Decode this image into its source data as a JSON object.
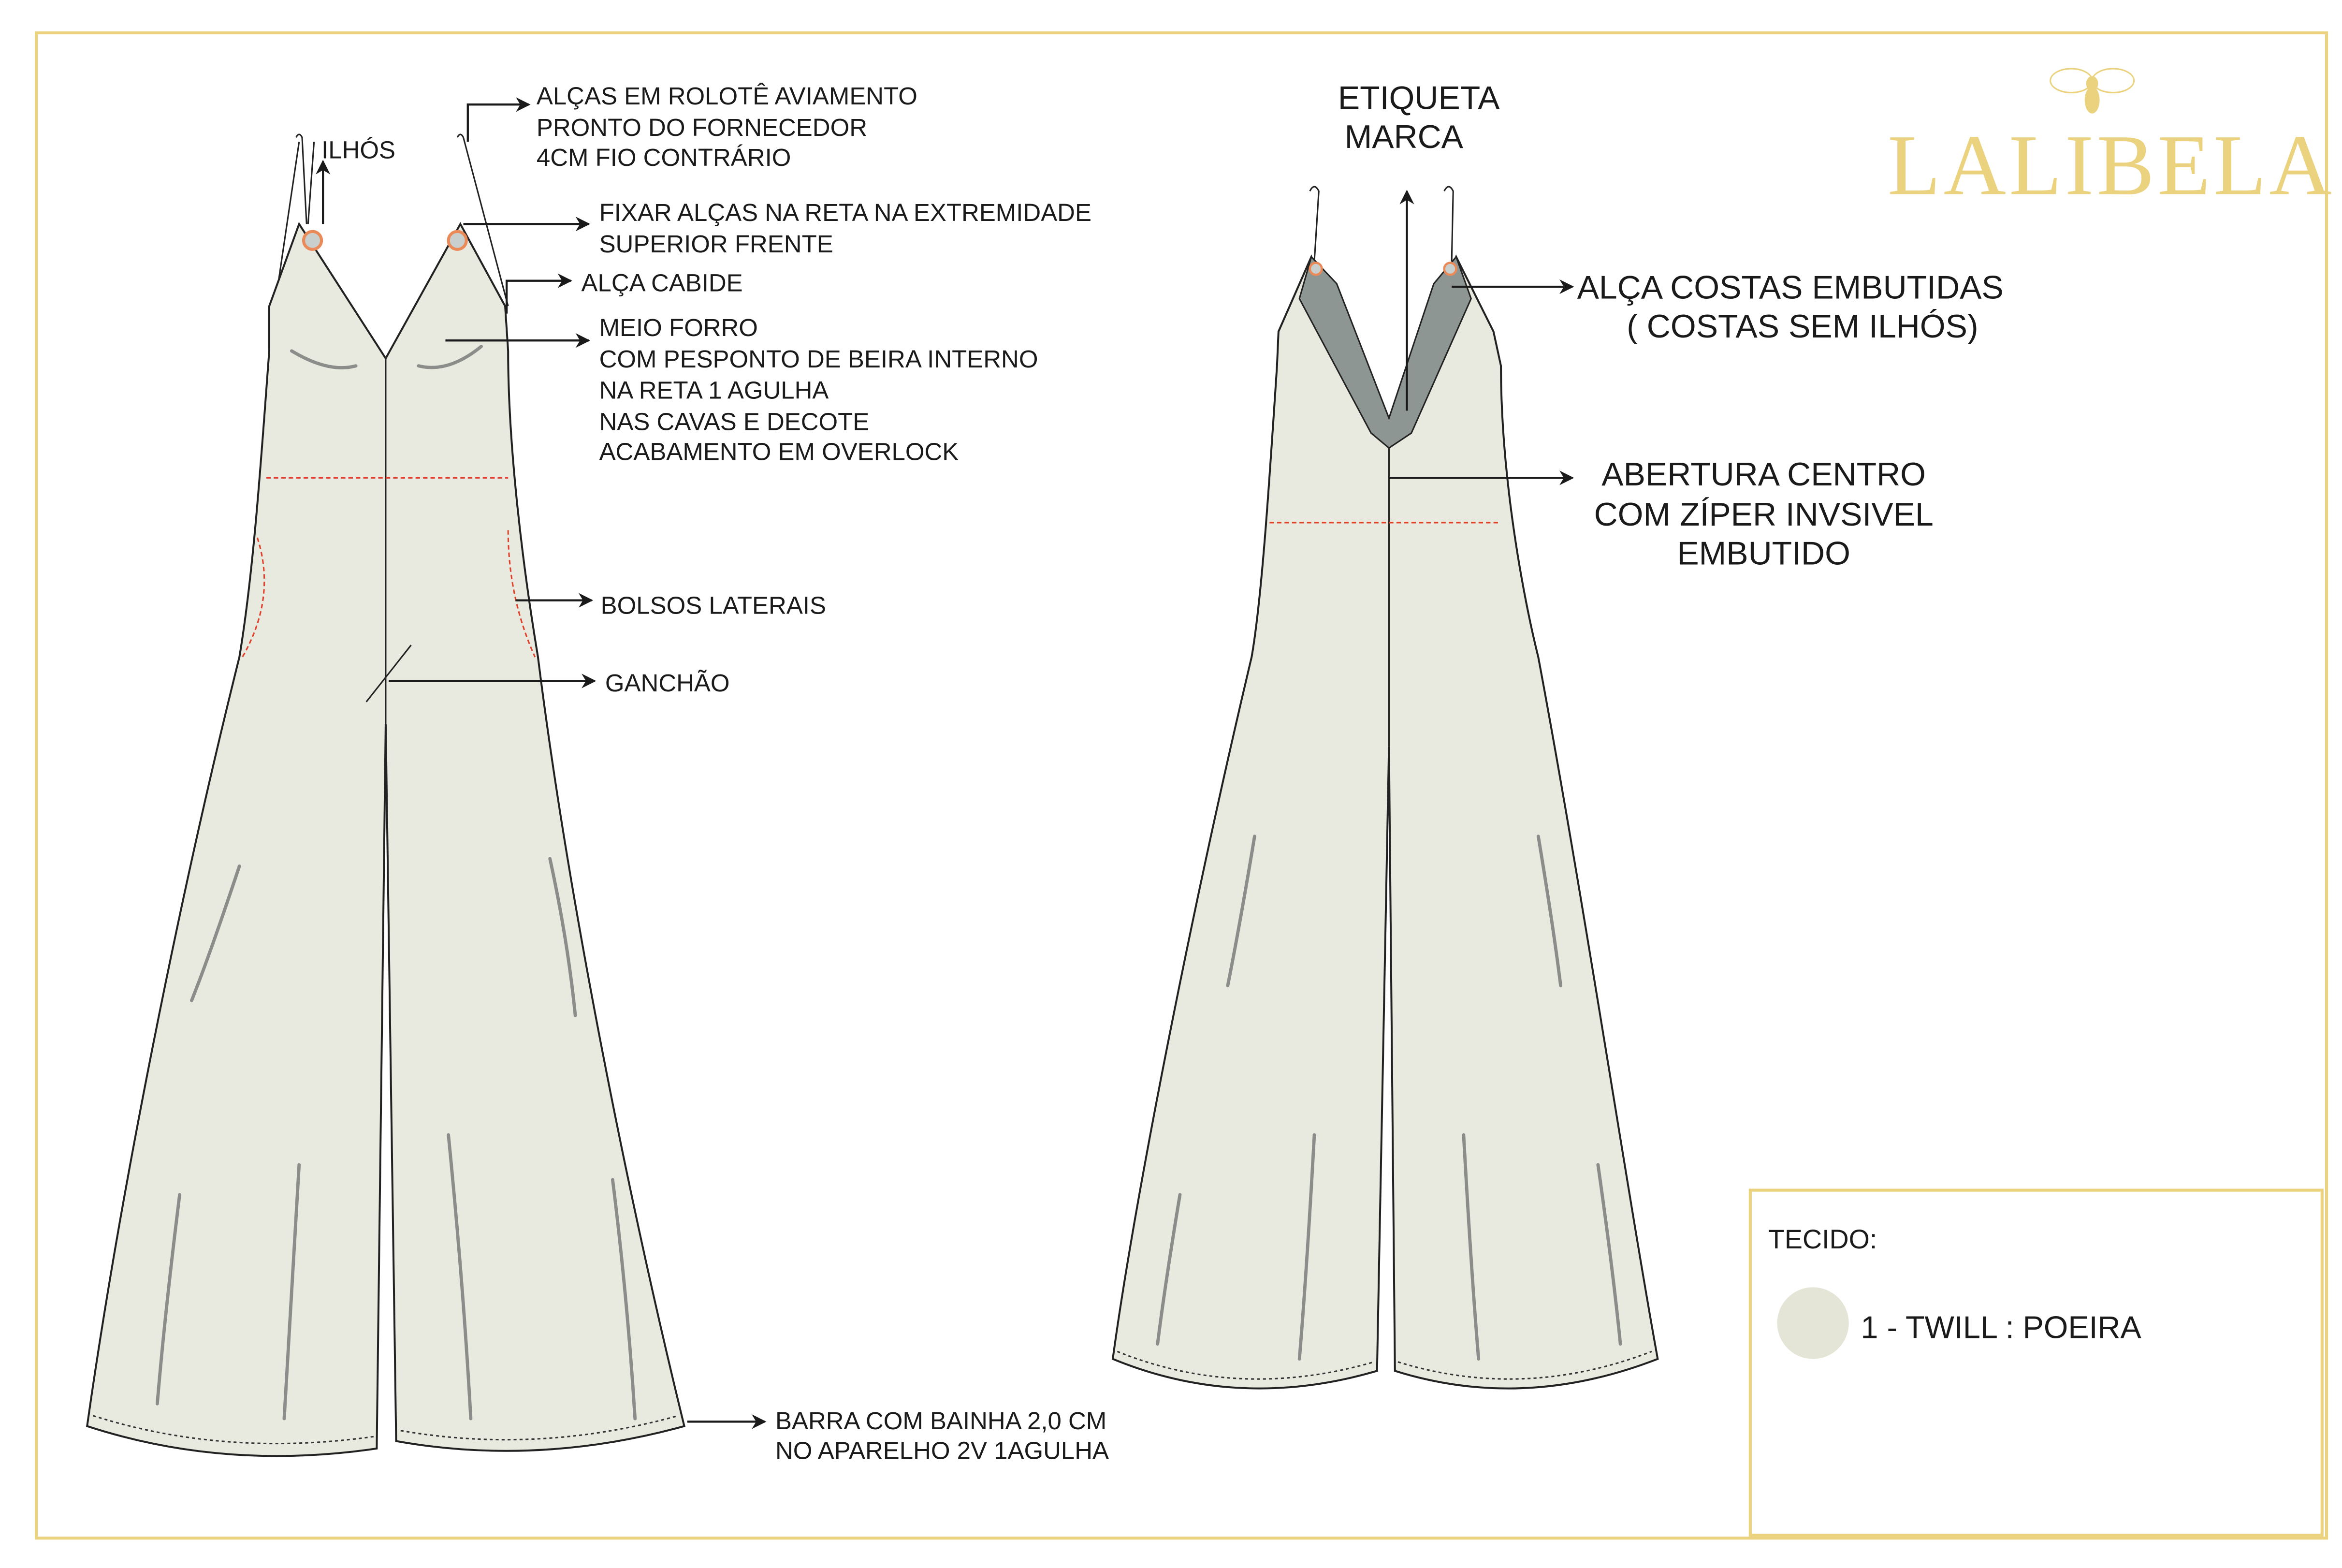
{
  "brand": {
    "name": "LALIBELA",
    "emblem": "bee-icon",
    "color": "#ebd27e"
  },
  "front_annotations": {
    "ilhos": "ILHÓS",
    "alcas_rolote": [
      "ALÇAS EM ROLOTÊ AVIAMENTO",
      "PRONTO DO FORNECEDOR",
      "4CM FIO CONTRÁRIO"
    ],
    "fixar_alcas": [
      "FIXAR ALÇAS NA RETA NA EXTREMIDADE",
      "SUPERIOR FRENTE"
    ],
    "alca_cabide": "ALÇA CABIDE",
    "meio_forro": [
      "MEIO FORRO",
      "COM PESPONTO DE BEIRA INTERNO",
      "NA RETA 1 AGULHA",
      "NAS CAVAS E DECOTE",
      "ACABAMENTO EM OVERLOCK"
    ],
    "bolsos": "BOLSOS LATERAIS",
    "ganchao": "GANCHÃO",
    "barra": [
      "BARRA COM BAINHA 2,0 CM",
      "NO APARELHO 2V 1AGULHA"
    ]
  },
  "back_annotations": {
    "etiqueta": [
      "ETIQUETA",
      "MARCA"
    ],
    "alca_costas": [
      "ALÇA COSTAS EMBUTIDAS",
      "( COSTAS SEM ILHÓS)"
    ],
    "abertura": [
      "ABERTURA CENTRO",
      "COM ZÍPER INVSIVEL",
      "EMBUTIDO"
    ]
  },
  "fabric_box": {
    "title": "TECIDO:",
    "items": [
      {
        "label": "1 - TWILL : POEIRA",
        "swatch_color": "#e4e5d6"
      }
    ]
  },
  "colors": {
    "border": "#ebd27e",
    "fabric": "#e9eadf",
    "lining": "#8e9694",
    "stitch_red": "#e0402a"
  }
}
